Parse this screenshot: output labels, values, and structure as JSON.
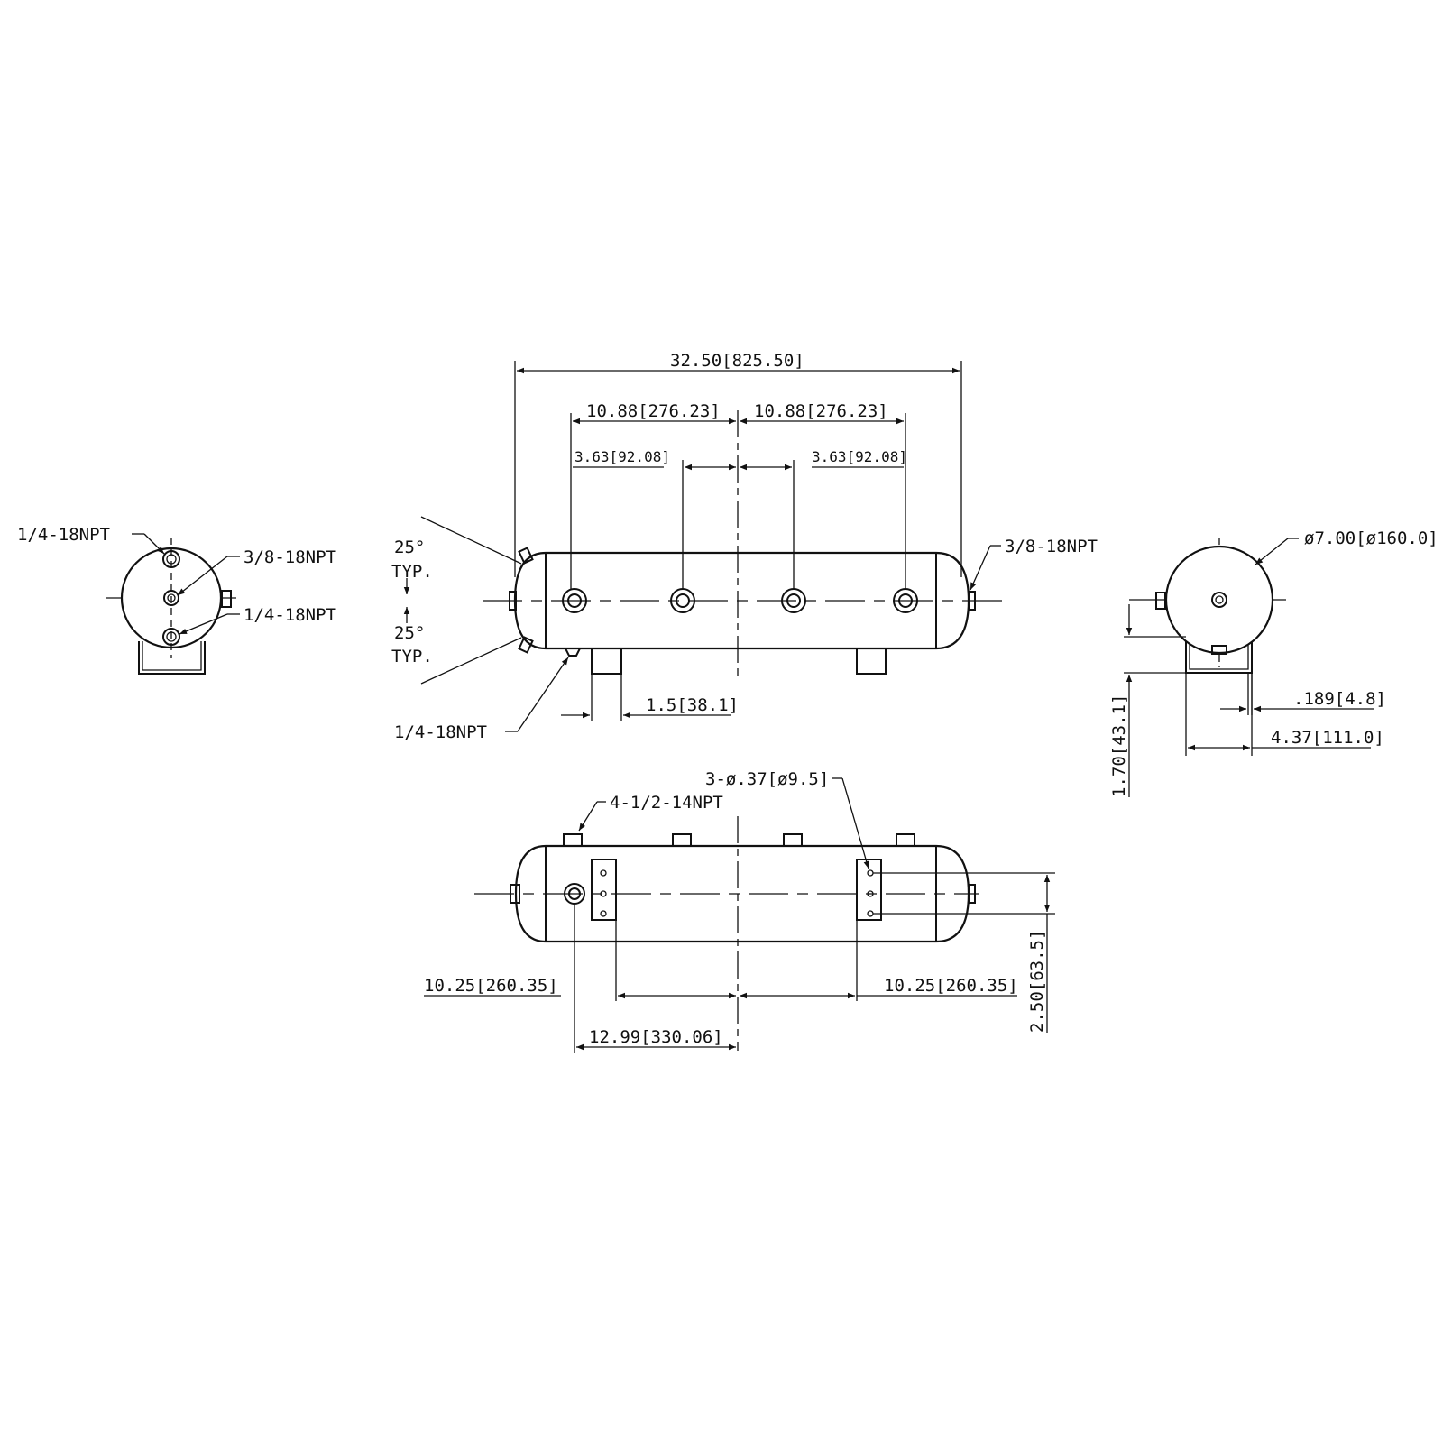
{
  "colors": {
    "line": "#111111",
    "background": "#ffffff"
  },
  "labels": {
    "end_left_top": "1/4-18NPT",
    "end_left_mid": "3/8-18NPT",
    "end_left_bot": "1/4-18NPT",
    "angle_top": "25°",
    "typ_top": "TYP.",
    "angle_bot": "25°",
    "typ_bot": "TYP.",
    "overall_length": "32.50[825.50]",
    "port_spacing_left": "10.88[276.23]",
    "port_spacing_right": "10.88[276.23]",
    "inner_left": "3.63[92.08]",
    "inner_right": "3.63[92.08]",
    "right_end_port": "3/8-18NPT",
    "bottom_drain": "1/4-18NPT",
    "bracket_width": "1.5[38.1]",
    "diameter": "ø7.00[ø160.0]",
    "bracket_thickness": ".189[4.8]",
    "bracket_span": "4.37[111.0]",
    "bracket_height": "1.70[43.1]",
    "mount_holes": "3-ø.37[ø9.5]",
    "top_ports": "4-1/2-14NPT",
    "bracket_left_offset": "10.25[260.35]",
    "bracket_right_offset": "10.25[260.35]",
    "drain_offset": "12.99[330.06]",
    "hole_pitch": "2.50[63.5]"
  }
}
